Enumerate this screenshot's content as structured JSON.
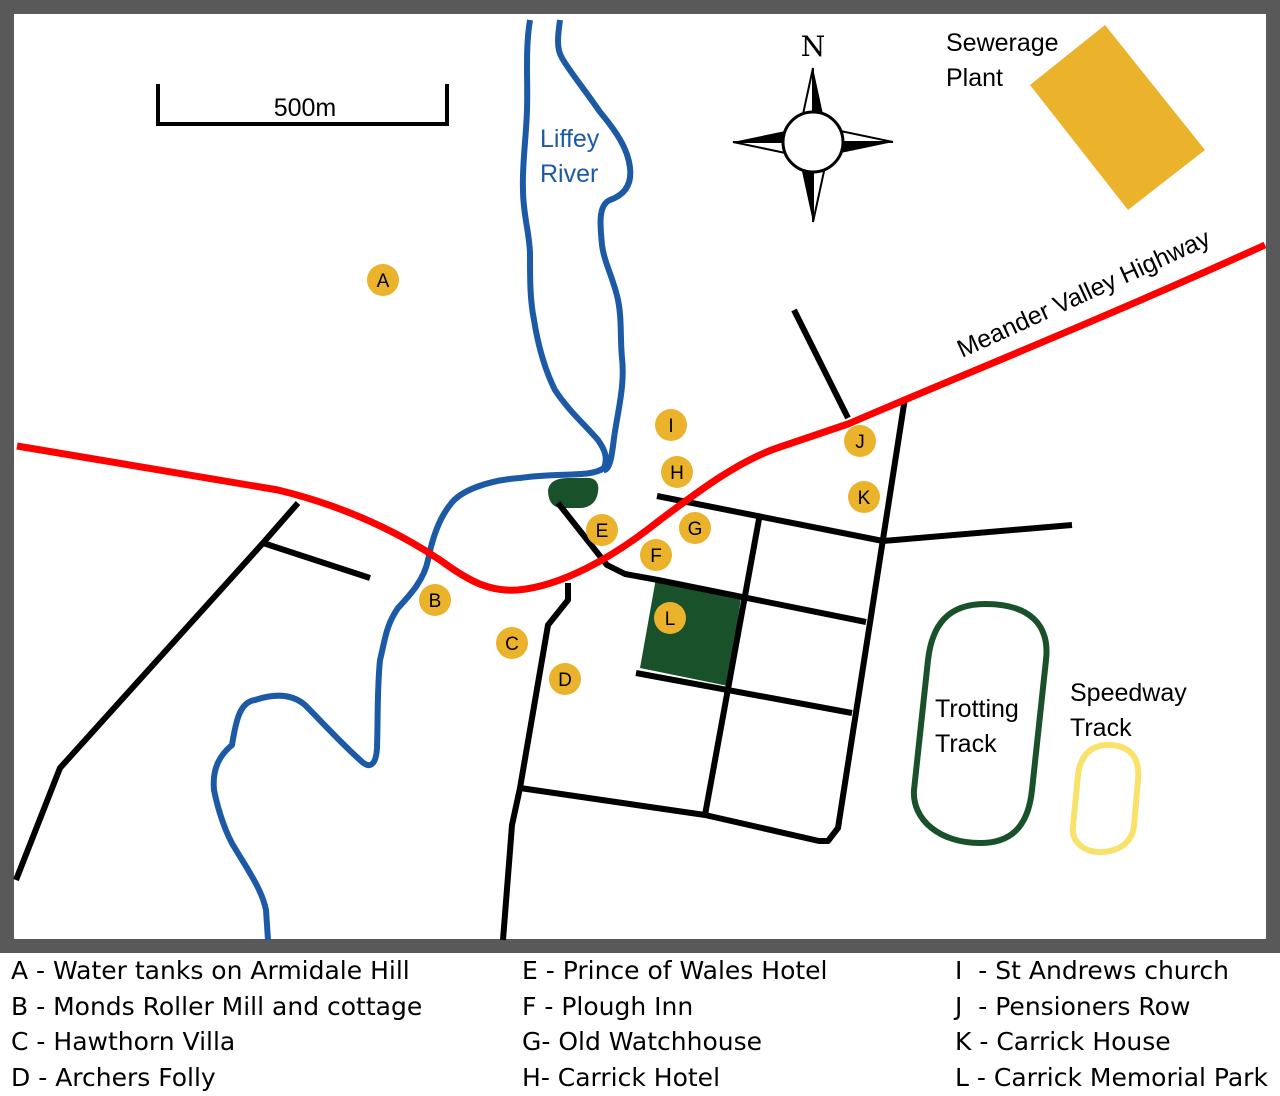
{
  "map": {
    "scale_bar_label": "500m",
    "north_label": "N",
    "colors": {
      "frame": "#595959",
      "highway": "#ff0000",
      "river": "#1d5aa6",
      "marker": "#ebb22c",
      "park": "#19522a",
      "trotting_track": "#19522a",
      "speedway_track": "#f9e26b",
      "sewerage": "#ebb22c"
    },
    "labels": {
      "river": [
        "Liffey",
        "River"
      ],
      "highway": "Meander Valley Highway",
      "sewerage": [
        "Sewerage",
        "Plant"
      ],
      "trotting": [
        "Trotting",
        "Track"
      ],
      "speedway": [
        "Speedway",
        "Track"
      ]
    },
    "markers": [
      "A",
      "B",
      "C",
      "D",
      "E",
      "F",
      "G",
      "H",
      "I",
      "J",
      "K",
      "L"
    ]
  },
  "legend": {
    "columns": [
      [
        {
          "key": "A",
          "sep": " - ",
          "text": "Water tanks on Armidale Hill"
        },
        {
          "key": "B",
          "sep": " - ",
          "text": "Monds Roller Mill and cottage"
        },
        {
          "key": "C",
          "sep": " - ",
          "text": "Hawthorn Villa"
        },
        {
          "key": "D",
          "sep": " - ",
          "text": "Archers Folly"
        }
      ],
      [
        {
          "key": "E",
          "sep": " - ",
          "text": "Prince of Wales Hotel"
        },
        {
          "key": "F",
          "sep": " - ",
          "text": "Plough Inn"
        },
        {
          "key": "G",
          "sep": "- ",
          "text": "Old Watchhouse"
        },
        {
          "key": "H",
          "sep": "- ",
          "text": "Carrick Hotel"
        }
      ],
      [
        {
          "key": "I",
          "sep": "  - ",
          "text": "St Andrews church"
        },
        {
          "key": "J",
          "sep": "  - ",
          "text": "Pensioners Row"
        },
        {
          "key": "K",
          "sep": " - ",
          "text": "Carrick House"
        },
        {
          "key": "L",
          "sep": " - ",
          "text": "Carrick Memorial Park"
        }
      ]
    ]
  }
}
